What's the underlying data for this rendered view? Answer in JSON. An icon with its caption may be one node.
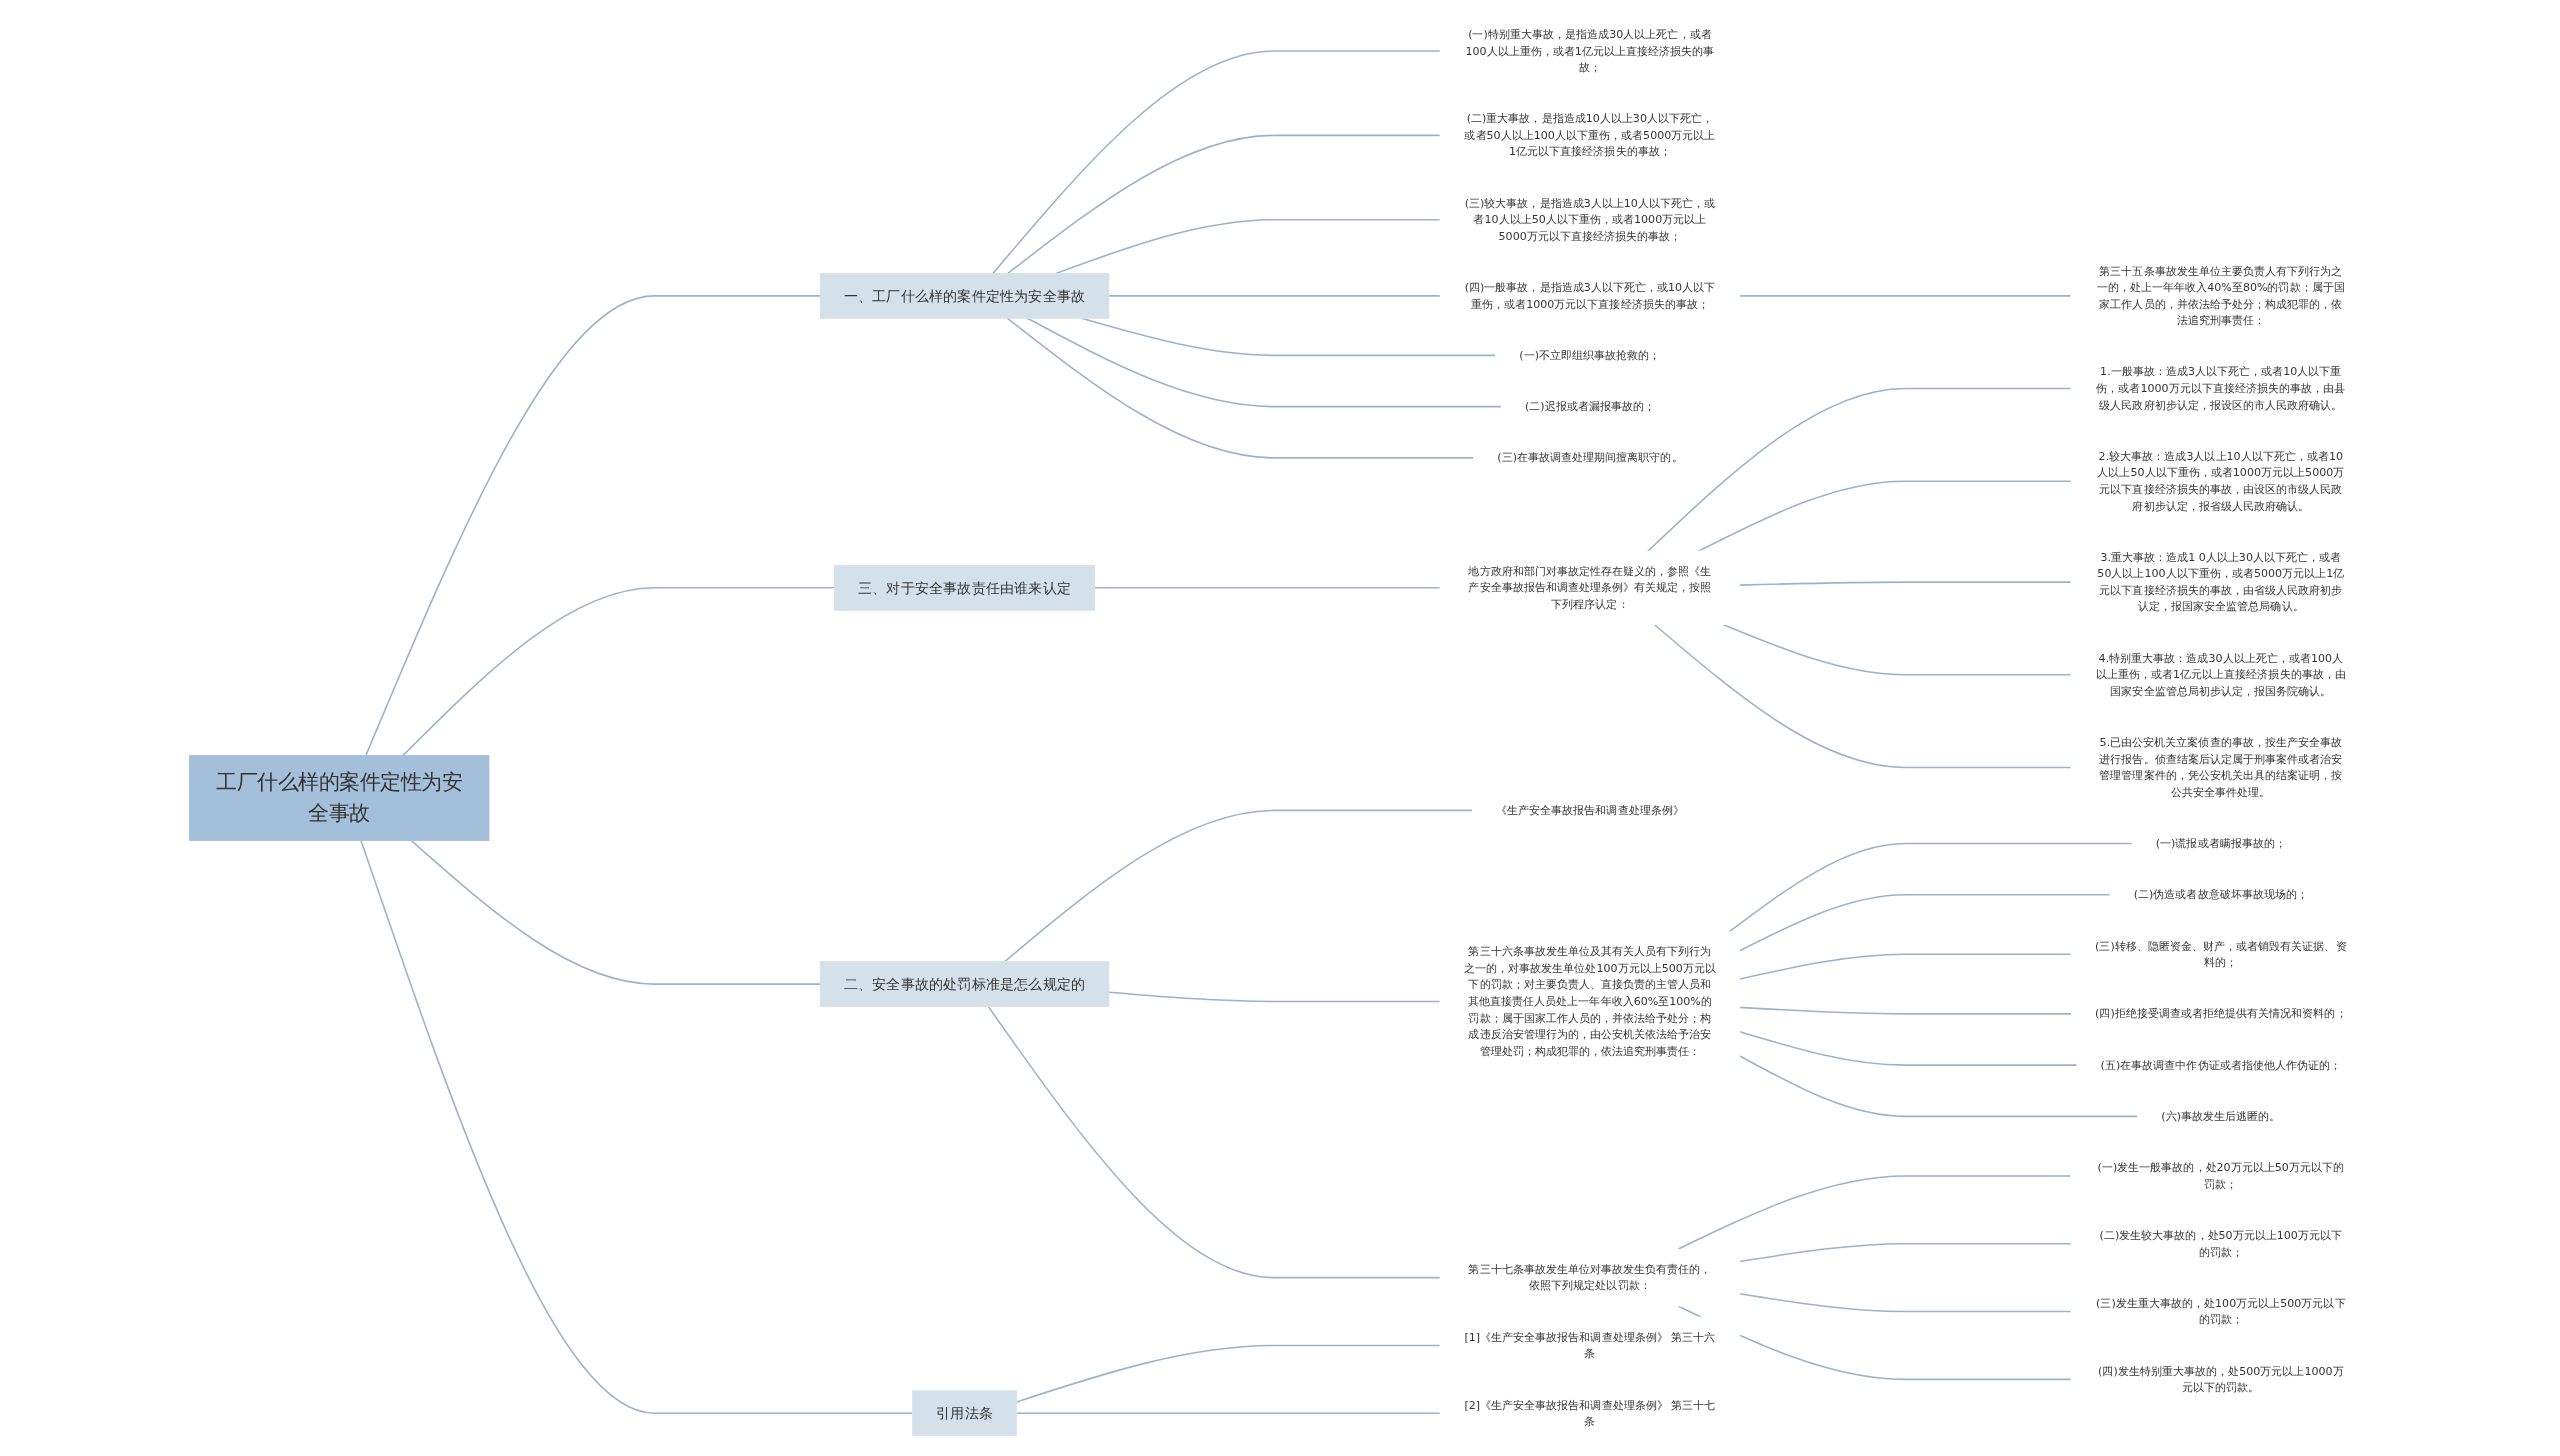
{
  "diagram": {
    "nodes": [
      {
        "text": [
          "工厂什么样的案件定性为安全事故"
        ]
      },
      {
        "text": [
          "一、工厂什么样的案件定性为安全事故"
        ]
      },
      {
        "text": [
          "(一)特别重大事故，是指造成30人以上死亡，或者100人以上重伤，或者1亿元以上直接经济损失的事故；"
        ]
      },
      {
        "text": [
          "(二)重大事故，是指造成10人以上30人以下死亡，或者50人以上100人以下重伤，或者5000万元以上1亿元以下直接经济损失的事故；"
        ]
      },
      {
        "text": [
          "(三)较大事故，是指造成3人以上10人以下死亡，或者10人以上50人以下重伤，或者1000万元以上5000万元以下直接经济损失的事故；"
        ]
      },
      {
        "text": [
          "(四)一般事故，是指造成3人以下死亡，或10人以下重伤，或者1000万元以下直接经济损失的事故；"
        ]
      },
      {
        "text": [
          "(一)不立即组织事故抢救的；"
        ]
      },
      {
        "text": [
          "(二)迟报或者漏报事故的；"
        ]
      },
      {
        "text": [
          "(三)在事故调查处理期间擅离职守的。"
        ]
      },
      {
        "text": [
          "第三十五条事故发生单位主要负责人有下列行为之一的，处上一年年收入40%至80%的罚款；属于国家工作人员的，并依法给予处分；构成犯罪的，依法追究刑事责任："
        ]
      },
      {
        "text": [
          "三、对于安全事故责任由谁来认定"
        ]
      },
      {
        "text": [
          "地方政府和部门对事故定性存在疑义的，参照《生产安全事故报告和调查处理条例》有关规定，按照下列程序认定："
        ]
      },
      {
        "text": [
          "1.一般事故：造成3人以下死亡，或者10人以下重伤，或者1000万元以下直接经济损失的事故，由县级人民政府初步认定，报设区的市人民政府确认。"
        ]
      },
      {
        "text": [
          "2.较大事故：造成3人以上10人以下死亡，或者10人以上50人以下重伤，或者1000万元以上5000万元以下直接经济损失的事故，由设区的市级人民政府初步认定，报省级人民政府确认。"
        ]
      },
      {
        "text": [
          "3.重大事故：造成1 0人以上30人以下死亡，或者50人以上100人以下重伤，或者5000万元以上1亿元以下直接经济损失的事故，由省级人民政府初步认定，报国家安全监管总局确认。"
        ]
      },
      {
        "text": [
          "4.特别重大事故：造成30人以上死亡，或者100人以上重伤，或者1亿元以上直接经济损失的事故，由国家安全监管总局初步认定，报国务院确认。"
        ]
      },
      {
        "text": [
          "5.已由公安机关立案侦查的事故，按生产安全事故进行报告。侦查结案后认定属于刑事案件或者治安管理管理案件的，凭公安机关出具的结案证明，按公共安全事件处理。"
        ]
      },
      {
        "text": [
          "二、安全事故的处罚标准是怎么规定的"
        ]
      },
      {
        "text": [
          "《生产安全事故报告和调查处理条例》"
        ]
      },
      {
        "text": [
          "第三十六条事故发生单位及其有关人员有下列行为之一的，对事故发生单位处100万元以上500万元以下的罚款；对主要负责人、直接负责的主管人员和其他直接责任人员处上一年年收入60%至100%的罚款；属于国家工作人员的，并依法给予处分；构成违反治安管理行为的，由公安机关依法给予治安管理处罚；构成犯罪的，依法追究刑事责任："
        ]
      },
      {
        "text": [
          "(一)谎报或者瞒报事故的；"
        ]
      },
      {
        "text": [
          "(二)伪造或者故意破坏事故现场的；"
        ]
      },
      {
        "text": [
          "(三)转移、隐匿资金、财产，或者销毁有关证据、资料的；"
        ]
      },
      {
        "text": [
          "(四)拒绝接受调查或者拒绝提供有关情况和资料的；"
        ]
      },
      {
        "text": [
          "(五)在事故调查中作伪证或者指使他人作伪证的；"
        ]
      },
      {
        "text": [
          "(六)事故发生后逃匿的。"
        ]
      },
      {
        "text": [
          "第三十七条事故发生单位对事故发生负有责任的，依照下列规定处以罚款："
        ]
      },
      {
        "text": [
          "(一)发生一般事故的，处20万元以上50万元以下的罚款；"
        ]
      },
      {
        "text": [
          "(二)发生较大事故的，处50万元以上100万元以下的罚款；"
        ]
      },
      {
        "text": [
          "(三)发生重大事故的，处100万元以上500万元以下的罚款；"
        ]
      },
      {
        "text": [
          "(四)发生特别重大事故的，处500万元以上1000万元以下的罚款。"
        ]
      },
      {
        "text": [
          "引用法条"
        ]
      },
      {
        "text": [
          "[1]《生产安全事故报告和调查处理条例》 第三十六条"
        ]
      },
      {
        "text": [
          "[2]《生产安全事故报告和调查处理条例》 第三十七条"
        ]
      }
    ],
    "edges": [
      {
        "from": 0,
        "to": 1,
        "arrow": "none"
      },
      {
        "from": 1,
        "to": 2,
        "arrow": "none"
      },
      {
        "from": 1,
        "to": 3,
        "arrow": "none"
      },
      {
        "from": 1,
        "to": 4,
        "arrow": "none"
      },
      {
        "from": 1,
        "to": 5,
        "arrow": "none"
      },
      {
        "from": 1,
        "to": 6,
        "arrow": "none"
      },
      {
        "from": 1,
        "to": 7,
        "arrow": "none"
      },
      {
        "from": 1,
        "to": 8,
        "arrow": "none"
      },
      {
        "from": 5,
        "to": 9,
        "arrow": "none"
      },
      {
        "from": 0,
        "to": 10,
        "arrow": "none"
      },
      {
        "from": 10,
        "to": 11,
        "arrow": "none"
      },
      {
        "from": 11,
        "to": 12,
        "arrow": "none"
      },
      {
        "from": 11,
        "to": 13,
        "arrow": "none"
      },
      {
        "from": 11,
        "to": 14,
        "arrow": "none"
      },
      {
        "from": 11,
        "to": 15,
        "arrow": "none"
      },
      {
        "from": 11,
        "to": 16,
        "arrow": "none"
      },
      {
        "from": 0,
        "to": 17,
        "arrow": "none"
      },
      {
        "from": 17,
        "to": 18,
        "arrow": "none"
      },
      {
        "from": 17,
        "to": 19,
        "arrow": "none"
      },
      {
        "from": 19,
        "to": 20,
        "arrow": "none"
      },
      {
        "from": 19,
        "to": 21,
        "arrow": "none"
      },
      {
        "from": 19,
        "to": 22,
        "arrow": "none"
      },
      {
        "from": 19,
        "to": 23,
        "arrow": "none"
      },
      {
        "from": 19,
        "to": 24,
        "arrow": "none"
      },
      {
        "from": 19,
        "to": 25,
        "arrow": "none"
      },
      {
        "from": 17,
        "to": 26,
        "arrow": "none"
      },
      {
        "from": 26,
        "to": 27,
        "arrow": "none"
      },
      {
        "from": 26,
        "to": 28,
        "arrow": "none"
      },
      {
        "from": 26,
        "to": 29,
        "arrow": "none"
      },
      {
        "from": 26,
        "to": 30,
        "arrow": "none"
      },
      {
        "from": 0,
        "to": 31,
        "arrow": "none"
      },
      {
        "from": 31,
        "to": 32,
        "arrow": "none"
      },
      {
        "from": 31,
        "to": 33,
        "arrow": "none"
      }
    ]
  }
}
